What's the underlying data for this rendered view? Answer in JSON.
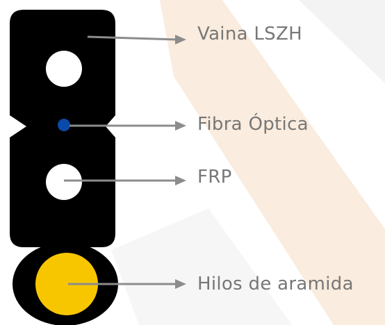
{
  "labels": {
    "sheath": "Vaina LSZH",
    "optical_fiber": "Fibra Óptica",
    "frp": "FRP",
    "aramid": "Hilos de aramida"
  },
  "colors": {
    "cable_body": "#000000",
    "optical_fiber": "#0a4aa8",
    "aramid_yarn": "#f7c600",
    "strength_member": "#ffffff",
    "arrow": "#8c8c8c",
    "label_text": "#777777",
    "watermark_orange": "#f6e2cf",
    "watermark_grey": "#f1f1f1"
  }
}
